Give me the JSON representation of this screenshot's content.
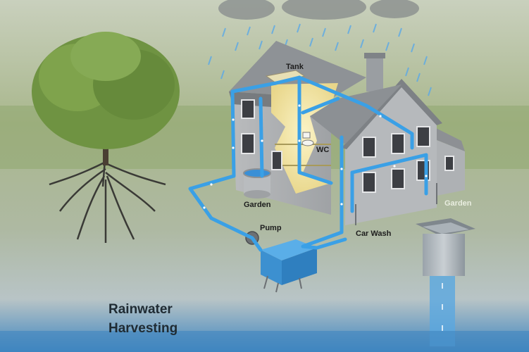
{
  "title": {
    "line1": "Rainwater",
    "line2": "Harvesting"
  },
  "labels": {
    "tank": "Tank",
    "wc": "WC",
    "garden_left": "Garden",
    "garden_right": "Garden",
    "pump": "Pump",
    "car_wash": "Car Wash"
  },
  "colors": {
    "pipe": "#3aa0e6",
    "water_tank": "#3c90d0",
    "ground": "#9bb07a",
    "sky": "#bfc8b2",
    "interior_light": "#f3e7a8"
  }
}
